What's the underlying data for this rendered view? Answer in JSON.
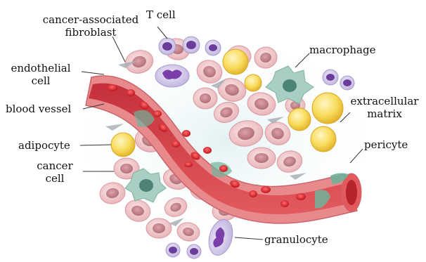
{
  "labels": {
    "caf_line1": "cancer-associated",
    "caf_line2": "fibroblast",
    "t_cell": "T cell",
    "macrophage": "macrophage",
    "endo_line1": "endothelial",
    "endo_line2": "cell",
    "ecm_line1": "extracellular",
    "ecm_line2": "matrix",
    "blood_vessel": "blood vessel",
    "adipocyte": "adipocyte",
    "pericyte": "pericyte",
    "cancer_line1": "cancer",
    "cancer_line2": "cell",
    "granulocyte": "granulocyte"
  },
  "colors": {
    "vessel_wall": "#e8898c",
    "vessel_lumen": "#d9434a",
    "red_blood_cell": "#e0242a",
    "cancer_cell_body": "#f3cfd1",
    "cancer_cell_nucleus": "#c98a91",
    "t_cell_body": "#ddd6f0",
    "t_cell_nucleus": "#6a3d9a",
    "adipocyte": "#f5d34f",
    "macrophage": "#8fbfb3",
    "pericyte": "#6fb39a",
    "matrix_haze": "#d6ecef",
    "fibroblast": "#a8b0b5"
  }
}
